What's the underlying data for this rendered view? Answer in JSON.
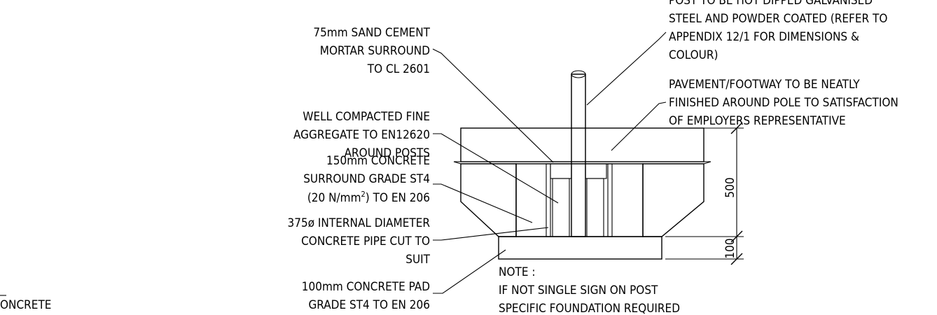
{
  "labels": {
    "left_cut": "ONCRETE",
    "sand_mortar": [
      "75mm SAND CEMENT",
      "MORTAR SURROUND",
      "TO CL 2601"
    ],
    "fine_aggregate": [
      "WELL COMPACTED FINE",
      "AGGREGATE TO EN12620",
      "AROUND POSTS"
    ],
    "concrete_surround_l1": "150mm CONCRETE",
    "concrete_surround_l2": "SURROUND GRADE ST4",
    "concrete_surround_l3_a": "(20 N/mm",
    "concrete_surround_l3_sup": "2",
    "concrete_surround_l3_b": ") TO EN 206",
    "pipe": [
      "375ø INTERNAL DIAMETER",
      "CONCRETE PIPE CUT TO",
      "SUIT"
    ],
    "pad": [
      "100mm CONCRETE PAD",
      "GRADE ST4 TO EN 206"
    ],
    "post": [
      "POST TO BE HOT DIPPED GALVANISED",
      "STEEL AND POWDER COATED (REFER TO",
      "APPENDIX 12/1 FOR DIMENSIONS &",
      "COLOUR)"
    ],
    "pavement": [
      "PAVEMENT/FOOTWAY TO BE NEATLY",
      "FINISHED AROUND POLE TO SATISFACTION",
      "OF EMPLOYERS REPRESENTATIVE"
    ],
    "note": [
      "NOTE :",
      "IF NOT SINGLE SIGN ON POST",
      "SPECIFIC FOUNDATION REQUIRED"
    ]
  },
  "dimensions": {
    "depth": "500",
    "pad": "100"
  }
}
